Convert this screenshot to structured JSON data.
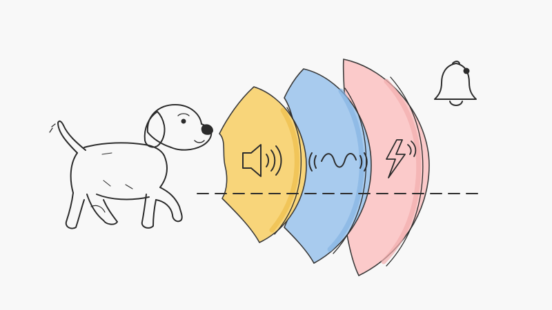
{
  "scene": {
    "background": "#f8f8f8",
    "ink_color": "#2b2b2b",
    "subject": "dog-walking-right-icon",
    "corner_icon": "bell-icon"
  },
  "zones": [
    {
      "name": "sound-zone",
      "icon": "speaker-icon",
      "fill": "#f8d57a",
      "shade": "#eebe4c"
    },
    {
      "name": "vibration-zone",
      "icon": "wave-icon",
      "fill": "#a8cbee",
      "shade": "#86b4e2"
    },
    {
      "name": "static-zone",
      "icon": "lightning-icon",
      "fill": "#fbcaca",
      "shade": "#f2aeae"
    }
  ],
  "boundary": {
    "style": "dashed",
    "color": "#2b2b2b"
  }
}
